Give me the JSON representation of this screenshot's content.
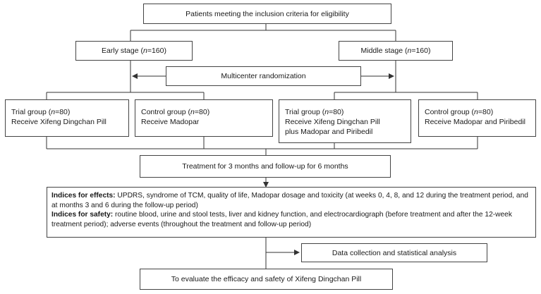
{
  "nodes": {
    "eligibility": "Patients meeting the inclusion criteria for eligibility",
    "early_stage": {
      "prefix": "Early stage (",
      "n": "n",
      "value": "=160)"
    },
    "middle_stage": {
      "prefix": "Middle stage (",
      "n": "n",
      "value": "=160)"
    },
    "randomization": "Multicenter randomization",
    "early_trial": {
      "prefix": "Trial group (",
      "n": "n",
      "value": "=80)",
      "line2": "Receive Xifeng Dingchan Pill"
    },
    "early_control": {
      "prefix": "Control group (",
      "n": "n",
      "value": "=80)",
      "line2": "Receive Madopar"
    },
    "middle_trial": {
      "prefix": "Trial group (",
      "n": "n",
      "value": "=80)",
      "line2": "Receive Xifeng Dingchan Pill",
      "line3": "plus Madopar and Piribedil"
    },
    "middle_control": {
      "prefix": "Control group (",
      "n": "n",
      "value": "=80)",
      "line2": "Receive Madopar and Piribedil"
    },
    "treatment": "Treatment for 3 months and follow-up for 6 months",
    "indices": {
      "effects_label": "Indices for effects:",
      "effects_text": " UPDRS, syndrome of TCM, quality of life, Madopar dosage and toxicity (at weeks 0, 4, 8, and 12 during the treatment period, and at months 3 and 6 during the follow-up period)",
      "safety_label": "Indices for safety:",
      "safety_text": " routine blood, urine and stool tests, liver and kidney function, and electrocardiograph (before treatment and after the 12-week treatment period); adverse events (throughout the treatment and follow-up period)"
    },
    "data_collection": "Data collection and statistical analysis",
    "evaluate": "To evaluate the efficacy and safety of Xifeng Dingchan Pill"
  }
}
